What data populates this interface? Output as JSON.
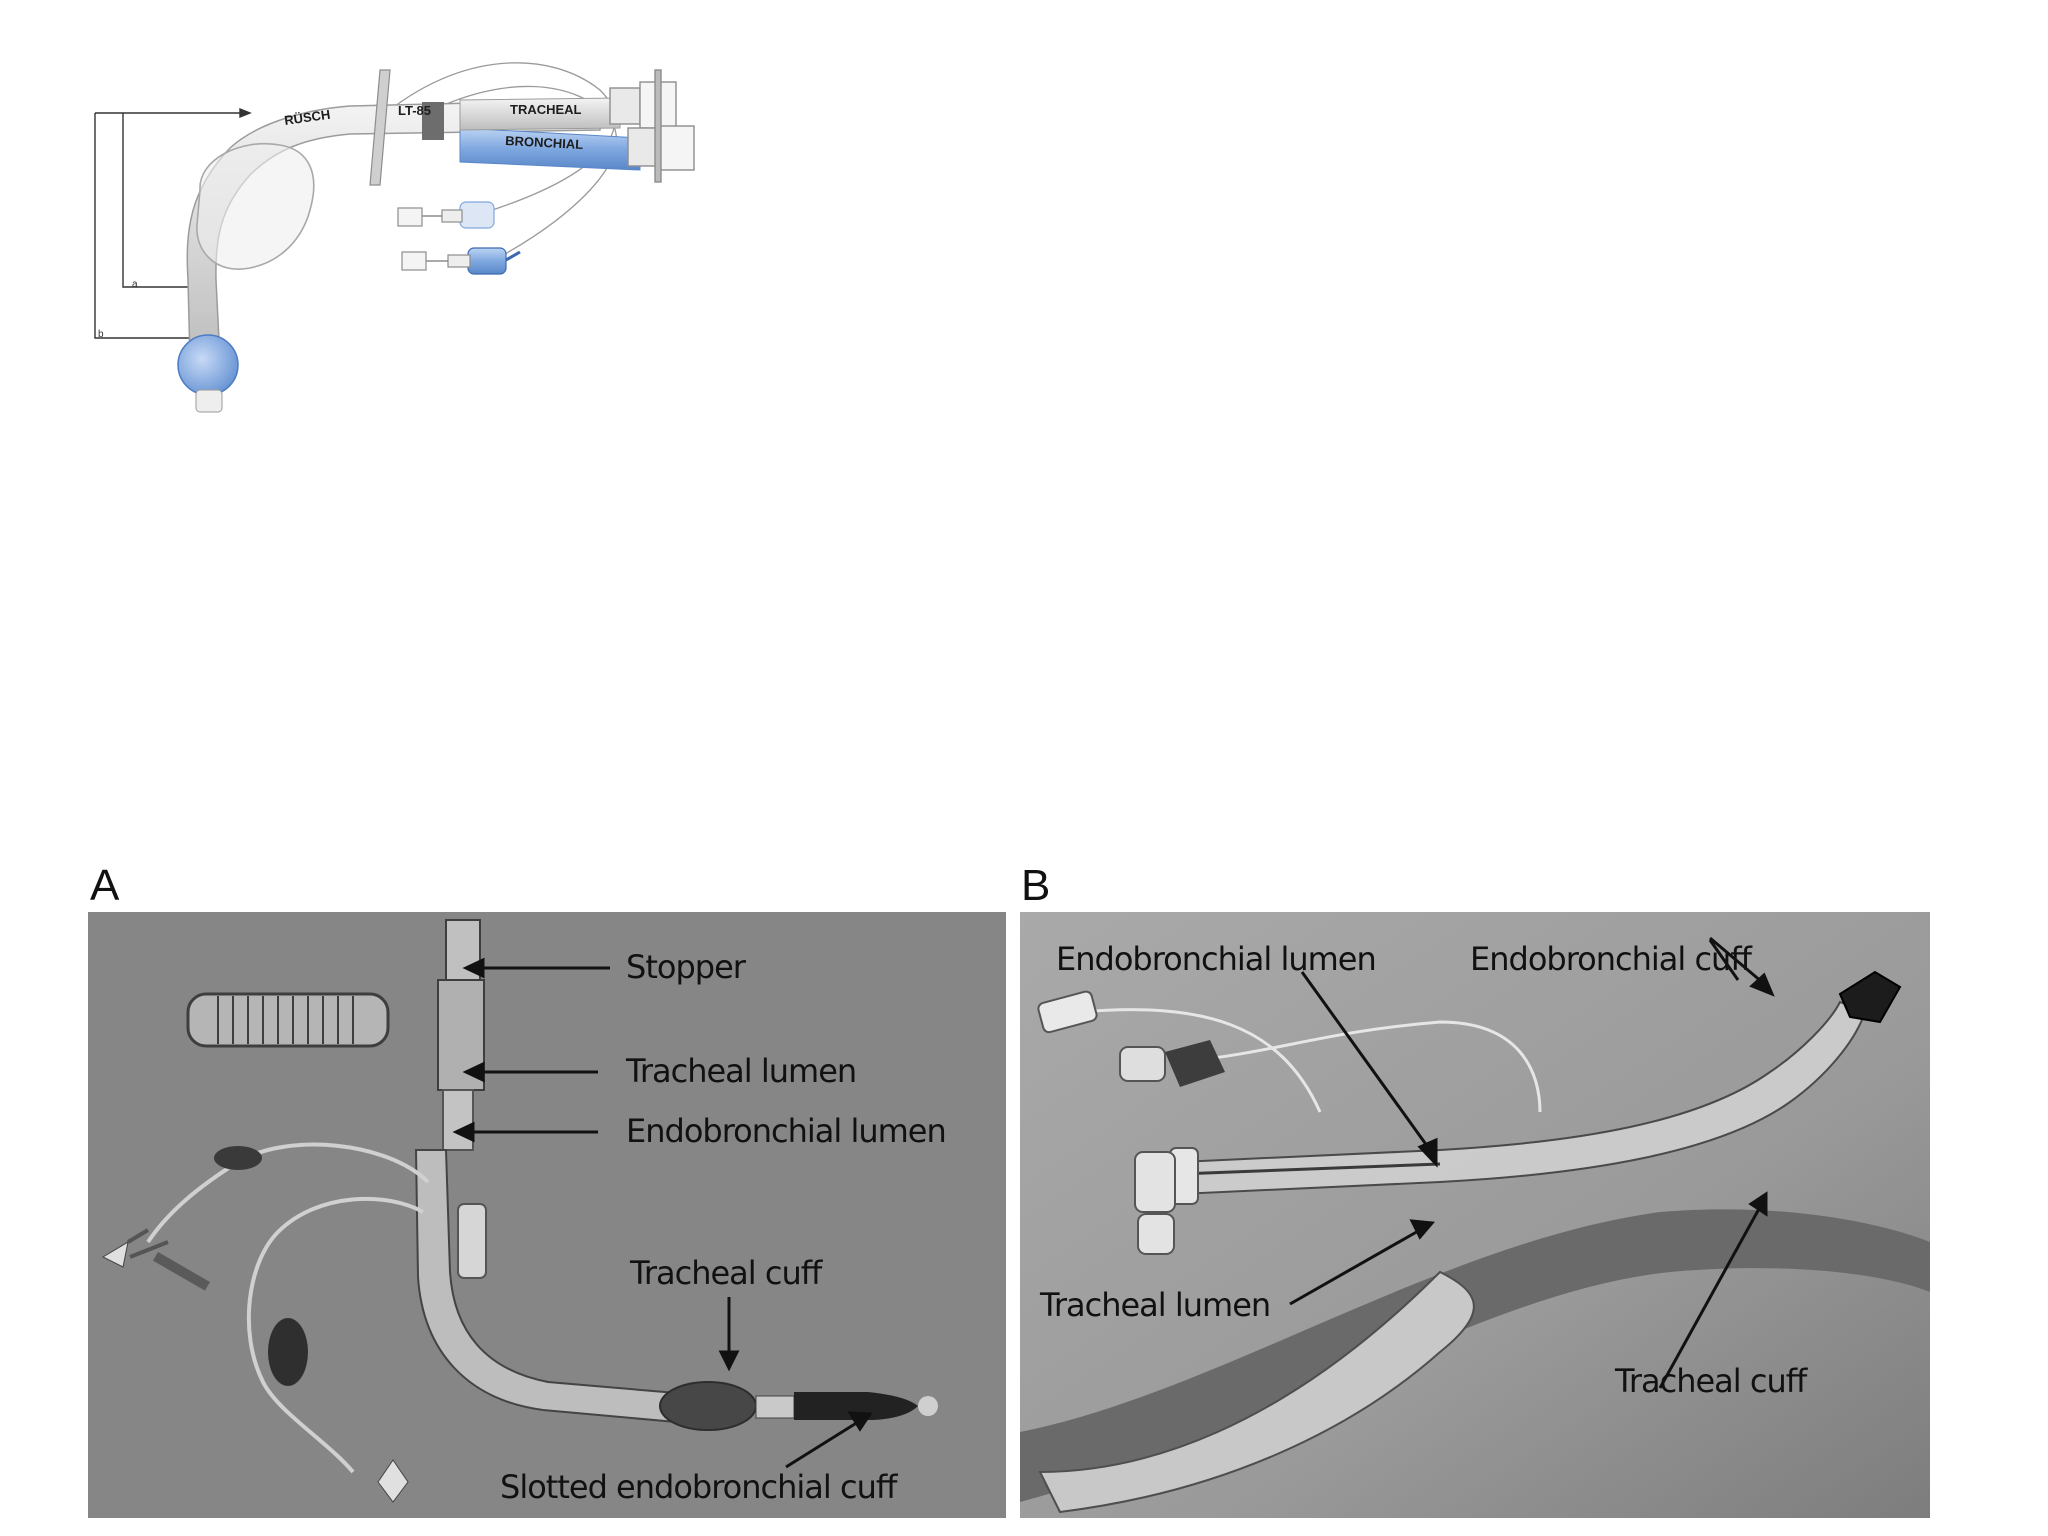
{
  "top_diagram": {
    "brand": "RÜSCH",
    "model": "LT-85",
    "tracheal": "TRACHEAL",
    "bronchial": "BRONCHIAL",
    "dim_a": "a",
    "dim_b": "b"
  },
  "panel_a": {
    "letter": "A",
    "labels": {
      "stopper": "Stopper",
      "tracheal_lumen": "Tracheal lumen",
      "endobronchial_lumen": "Endobronchial lumen",
      "tracheal_cuff": "Tracheal cuff",
      "slotted_cuff": "Slotted endobronchial cuff"
    }
  },
  "panel_b": {
    "letter": "B",
    "labels": {
      "endobronchial_lumen": "Endobronchial lumen",
      "endobronchial_cuff": "Endobronchial cuff",
      "tracheal_lumen": "Tracheal lumen",
      "tracheal_cuff": "Tracheal cuff"
    }
  },
  "colors": {
    "cuff_blue": "#7fa8e0",
    "photo_a_bg": "#868686",
    "photo_b_bg": "#9a9a9a"
  }
}
